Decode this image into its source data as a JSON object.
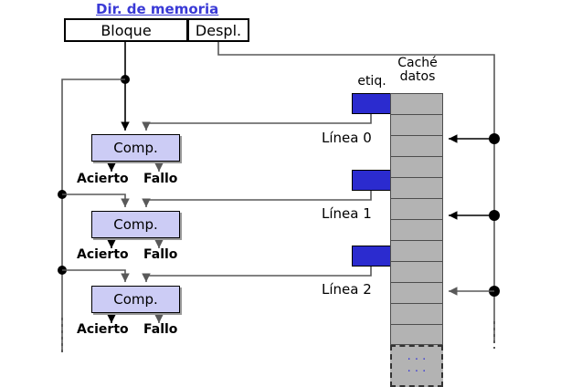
{
  "title": "Dir. de memoria",
  "address_fields": [
    {
      "name": "bloque",
      "label": "Bloque"
    },
    {
      "name": "despl",
      "label": "Despl."
    }
  ],
  "cache_headers": {
    "tag": "etiq.",
    "data_line1": "Caché",
    "data_line2": "datos"
  },
  "comparators": [
    {
      "label": "Comp.",
      "hit": "Acierto",
      "miss": "Fallo"
    },
    {
      "label": "Comp.",
      "hit": "Acierto",
      "miss": "Fallo"
    },
    {
      "label": "Comp.",
      "hit": "Acierto",
      "miss": "Fallo"
    }
  ],
  "lines": [
    {
      "label": "Línea 0"
    },
    {
      "label": "Línea 1"
    },
    {
      "label": "Línea 2"
    }
  ],
  "ellipsis": {
    "row1": "· · ·",
    "row2": "· · ·"
  },
  "colors": {
    "title": "#3a3ad6",
    "tag_fill": "#2b2bcf",
    "data_fill": "#b3b3b3",
    "comparator_fill": "#ccccf5",
    "wire": "#595959",
    "outline": "#000000"
  }
}
